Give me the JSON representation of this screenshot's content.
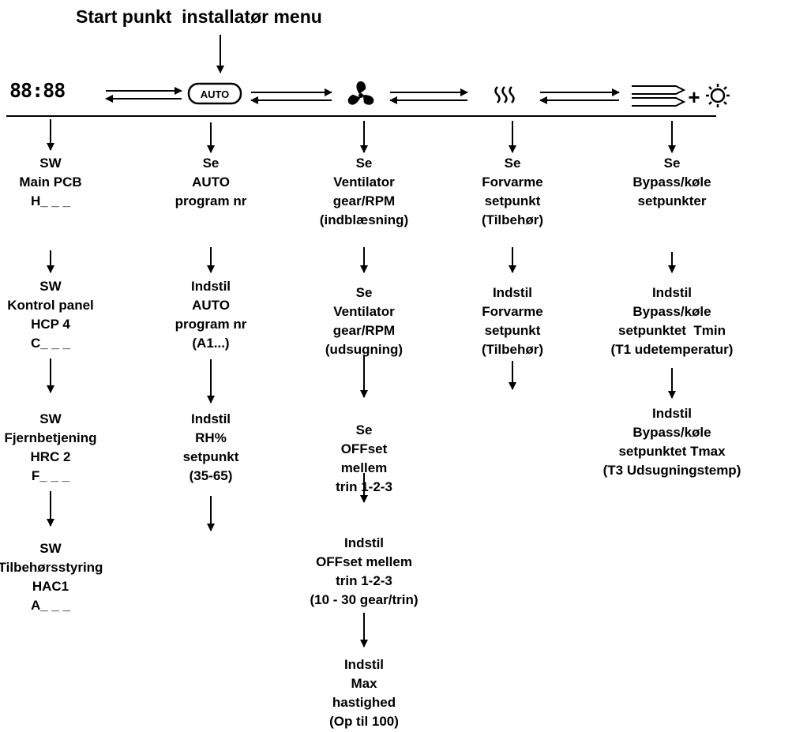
{
  "title": "Start punkt  installatør menu",
  "icons": {
    "clock": "88:88",
    "auto": "AUTO",
    "plus": "+"
  },
  "columns": [
    {
      "id": "sw",
      "icon": "clock-display-icon",
      "steps": [
        [
          "SW",
          "Main PCB",
          "H_ _ _"
        ],
        [
          "SW",
          "Kontrol panel",
          "HCP 4",
          "C_ _ _"
        ],
        [
          "SW",
          "Fjernbetjening",
          "HRC 2",
          "F_ _ _"
        ],
        [
          "SW",
          "Tilbehørsstyring",
          "HAC1",
          "A_ _ _"
        ]
      ]
    },
    {
      "id": "auto",
      "icon": "auto-mode-icon",
      "steps": [
        [
          "Se",
          "AUTO",
          "program nr"
        ],
        [
          "Indstil",
          "AUTO",
          "program nr",
          "(A1...)"
        ],
        [
          "Indstil",
          "RH%",
          "setpunkt",
          "(35-65)"
        ]
      ]
    },
    {
      "id": "ventilator",
      "icon": "fan-icon",
      "steps": [
        [
          "Se",
          "Ventilator",
          "gear/RPM",
          "(indblæsning)"
        ],
        [
          "Se",
          "Ventilator",
          "gear/RPM",
          "(udsugning)"
        ],
        [
          "Se",
          "OFFset",
          "mellem",
          "trin 1-2-3"
        ],
        [
          "Indstil",
          "OFFset mellem",
          "trin 1-2-3",
          "(10 - 30 gear/trin)"
        ],
        [
          "Indstil",
          "Max",
          "hastighed",
          "(Op til 100)"
        ]
      ]
    },
    {
      "id": "forvarme",
      "icon": "heating-icon",
      "steps": [
        [
          "Se",
          "Forvarme",
          "setpunkt",
          "(Tilbehør)"
        ],
        [
          "Indstil",
          "Forvarme",
          "setpunkt",
          "(Tilbehør)"
        ]
      ]
    },
    {
      "id": "bypass",
      "icon": "bypass-cooling-icon",
      "steps": [
        [
          "Se",
          "Bypass/køle",
          "setpunkter"
        ],
        [
          "Indstil",
          "Bypass/køle",
          "setpunktet  Tmin",
          "(T1 udetemperatur)"
        ],
        [
          "Indstil",
          "Bypass/køle",
          "setpunktet Tmax",
          "(T3 Udsugningstemp)"
        ]
      ]
    }
  ]
}
